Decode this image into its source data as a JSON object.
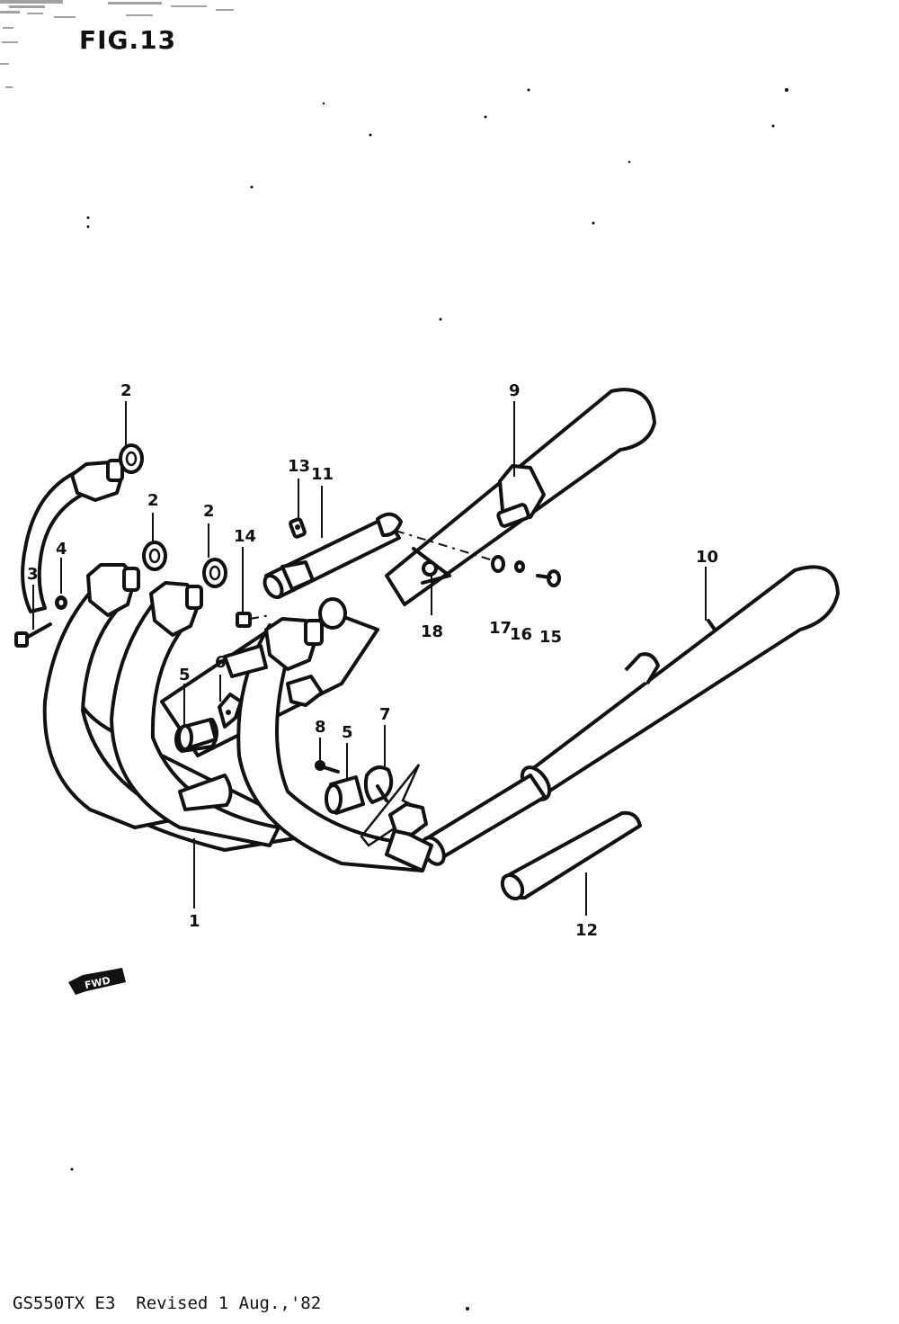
{
  "figure": {
    "title": "FIG.13"
  },
  "footer": {
    "text": "GS550TX E3  Revised 1 Aug.,'82"
  },
  "direction_badge": {
    "text": "FWD"
  },
  "callouts": [
    {
      "id": "c1",
      "label": "1"
    },
    {
      "id": "c2a",
      "label": "2"
    },
    {
      "id": "c2b",
      "label": "2"
    },
    {
      "id": "c2c",
      "label": "2"
    },
    {
      "id": "c3",
      "label": "3"
    },
    {
      "id": "c4",
      "label": "4"
    },
    {
      "id": "c5a",
      "label": "5"
    },
    {
      "id": "c5b",
      "label": "5"
    },
    {
      "id": "c6",
      "label": "6"
    },
    {
      "id": "c7",
      "label": "7"
    },
    {
      "id": "c8",
      "label": "8"
    },
    {
      "id": "c9",
      "label": "9"
    },
    {
      "id": "c10",
      "label": "10"
    },
    {
      "id": "c11",
      "label": "11"
    },
    {
      "id": "c12",
      "label": "12"
    },
    {
      "id": "c13",
      "label": "13"
    },
    {
      "id": "c14",
      "label": "14"
    },
    {
      "id": "c15",
      "label": "15"
    },
    {
      "id": "c16",
      "label": "16"
    },
    {
      "id": "c17",
      "label": "17"
    },
    {
      "id": "c18",
      "label": "18"
    }
  ]
}
